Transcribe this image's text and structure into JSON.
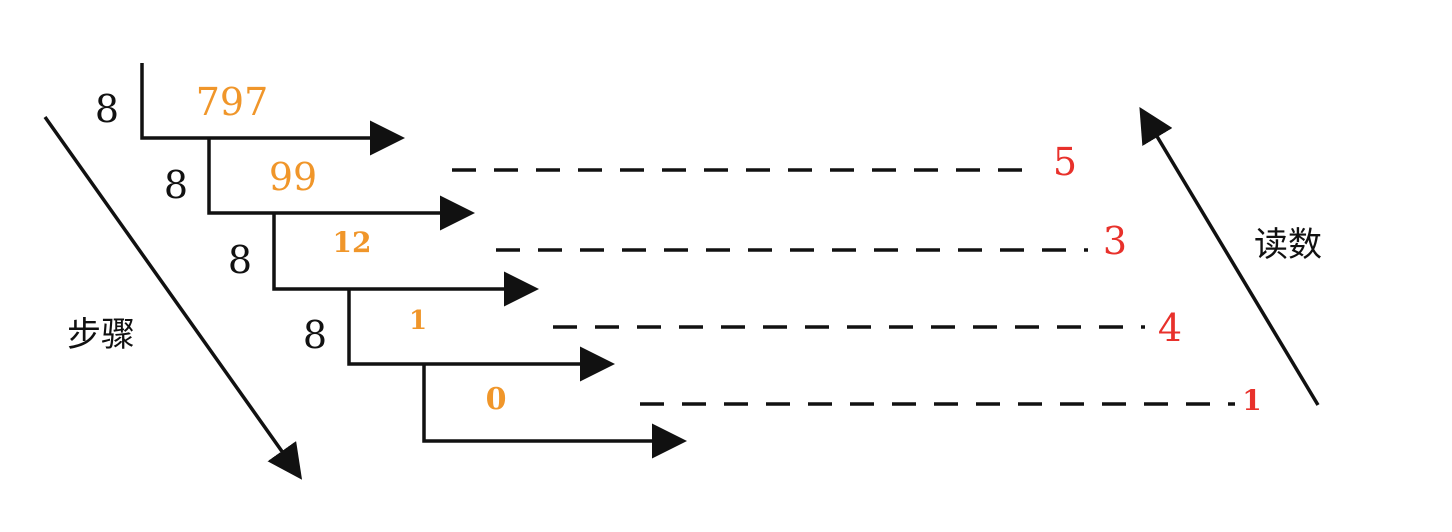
{
  "colors": {
    "divisor": "#111111",
    "quotient": "#f0962a",
    "remainder": "#e8312b",
    "line": "#111111"
  },
  "labels": {
    "steps": "步骤",
    "read": "读数"
  },
  "division": {
    "base": 8,
    "steps": [
      {
        "divisor": "8",
        "quotient": "797",
        "remainder": "5"
      },
      {
        "divisor": "8",
        "quotient": "99",
        "remainder": "3"
      },
      {
        "divisor": "8",
        "quotient": "12",
        "remainder": "4"
      },
      {
        "divisor": "8",
        "quotient": "1",
        "remainder": "1"
      },
      {
        "divisor": "",
        "quotient": "0",
        "remainder": ""
      }
    ]
  }
}
